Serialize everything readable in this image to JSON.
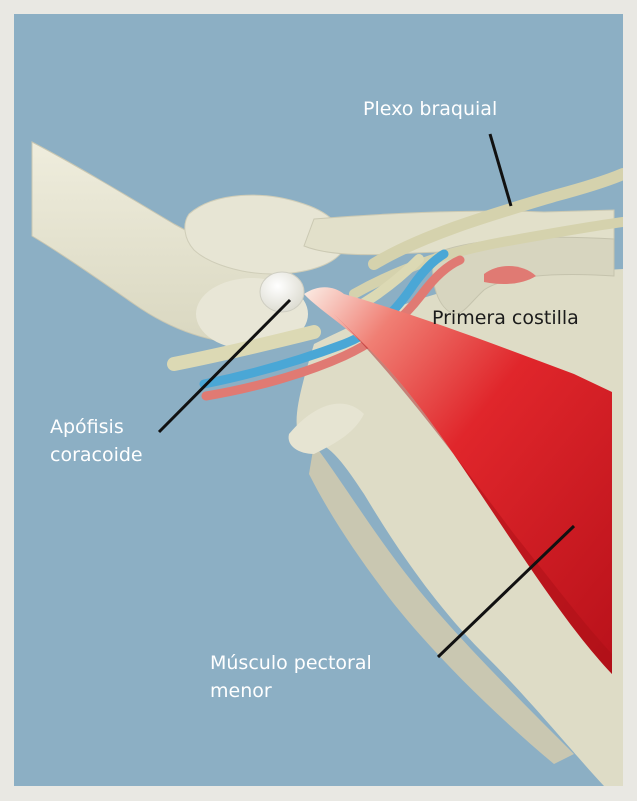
{
  "labels": {
    "brachial_plexus": "Plexo braquial",
    "first_rib": "Primera costilla",
    "coracoid_line1": "Apófisis",
    "coracoid_line2": "coracoide",
    "muscle_line1": "Músculo pectoral",
    "muscle_line2": "menor"
  },
  "colors": {
    "background": "#8cafc4",
    "frame": "#e9e8e3",
    "bone": "#e4e2cf",
    "bone_shadow": "#c7c6b0",
    "muscle": "#d8141c",
    "nerve": "#dcd9b4",
    "vein": "#4aa7d6",
    "artery": "#e07a73",
    "leader_line": "#111111"
  }
}
